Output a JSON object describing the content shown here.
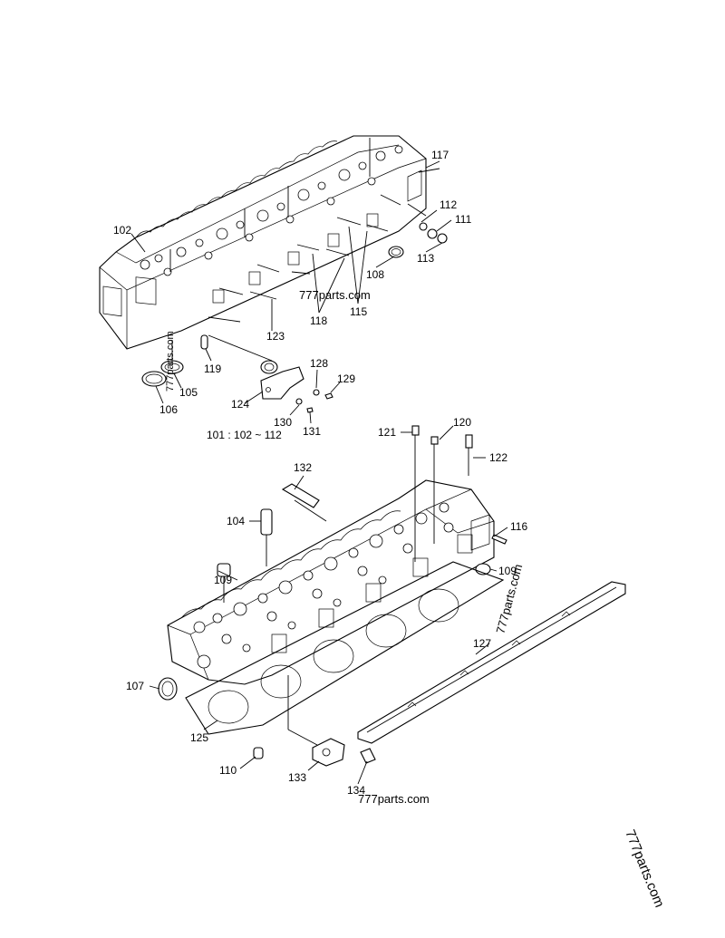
{
  "callouts": {
    "c102": "102",
    "c117": "117",
    "c112": "112",
    "c111": "111",
    "c113": "113",
    "c108": "108",
    "c115": "115",
    "c118": "118",
    "c123": "123",
    "c119": "119",
    "c105": "105",
    "c106": "106",
    "c124": "124",
    "c128": "128",
    "c129": "129",
    "c130": "130",
    "c131": "131",
    "c121": "121",
    "c120": "120",
    "c122": "122",
    "c132": "132",
    "c104": "104",
    "c116": "116",
    "c109a": "109",
    "c109b": "109",
    "c127": "127",
    "c107": "107",
    "c125": "125",
    "c110": "110",
    "c133": "133",
    "c134": "134"
  },
  "assembly_note": "101 : 102 ~ 112",
  "watermarks": {
    "wm1": "777parts.com",
    "wm2": "777parts.com",
    "wm3": "777parts.com",
    "wm4": "777parts.com",
    "wm5": "777parts.com"
  }
}
